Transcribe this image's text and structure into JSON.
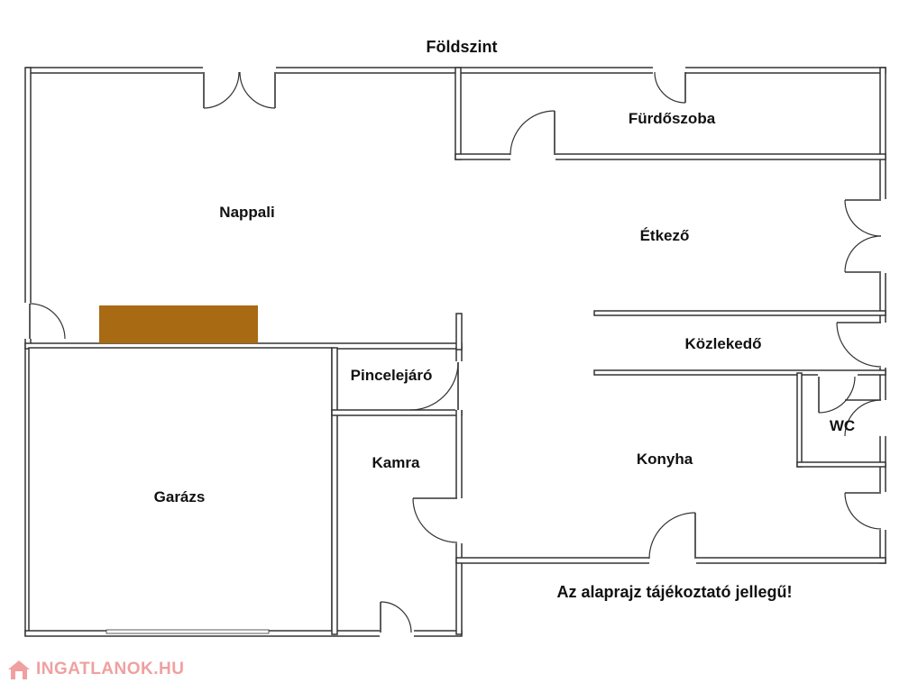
{
  "plan": {
    "title": "Földszint",
    "note": "Az alaprajz tájékoztató jellegű!",
    "fireplace_color": "#a86a12",
    "rooms": [
      {
        "key": "nappali",
        "label": "Nappali"
      },
      {
        "key": "furdoszoba",
        "label": "Fürdőszoba"
      },
      {
        "key": "etkezo",
        "label": "Étkező"
      },
      {
        "key": "kozlekedo",
        "label": "Közlekedő"
      },
      {
        "key": "wc",
        "label": "WC"
      },
      {
        "key": "konyha",
        "label": "Konyha"
      },
      {
        "key": "pincelejaro",
        "label": "Pincelejáró"
      },
      {
        "key": "kamra",
        "label": "Kamra"
      },
      {
        "key": "garazs",
        "label": "Garázs"
      }
    ]
  },
  "watermark": {
    "text": "INGATLANOK.HU",
    "icon": "house-icon",
    "color": "#f0a0a0"
  }
}
